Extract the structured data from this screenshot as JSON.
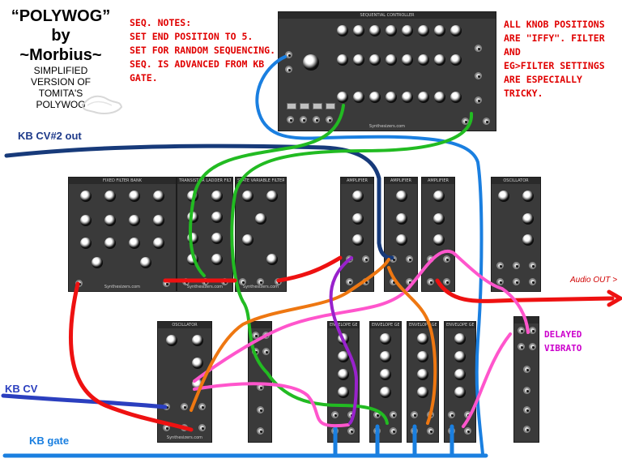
{
  "title": {
    "line1": "“POLYWOG”",
    "line2": "by",
    "line3": "~Morbius~",
    "sub1": "SIMPLIFIED",
    "sub2": "VERSION OF",
    "sub3": "TOMITA'S",
    "sub4": "POLYWOG"
  },
  "seq_notes": {
    "heading": "SEQ. NOTES:",
    "line1": "SET END POSITION TO 5.",
    "line2": "SET FOR RANDOM SEQUENCING.",
    "line3": "SEQ. IS ADVANCED FROM KB",
    "line4": "GATE."
  },
  "knob_notes": {
    "line1": "ALL KNOB POSITIONS",
    "line2": "ARE \"IFFY\". FILTER AND",
    "line3": "EG>FILTER SETTINGS",
    "line4": "ARE ESPECIALLY TRICKY."
  },
  "labels": {
    "kb_cv2_out": "KB CV#2 out",
    "kb_cv": "KB CV",
    "kb_gate": "KB gate",
    "audio_out": "Audio OUT >",
    "delayed": "DELAYED",
    "vibrato": "VIBRATO"
  },
  "modules": {
    "sequencer": "SEQUENTIAL CONTROLLER",
    "fixed_filter": "FIXED FILTER BANK",
    "ladder_filter": "TRANSISTOR LADDER FILTER",
    "state_variable": "STATE VARIABLE FILTER",
    "amplifier": "AMPLIFIER",
    "oscillator": "OSCILLATOR",
    "envelope": "ENVELOPE GENERATOR",
    "brand": "Synthesizers.com"
  },
  "colors": {
    "background": "#ffffff",
    "panel": "#3a3a3a",
    "note_red": "#e00000",
    "label_blue": "#1e3a8a",
    "vibrato_purple": "#cc00cc",
    "cable_green": "#22bb22",
    "cable_blue": "#1a7fe0",
    "cable_red": "#ee1111",
    "cable_pink": "#ff55cc",
    "cable_orange": "#ee7711",
    "cable_purple": "#9922cc",
    "cable_navy": "#173a7a"
  }
}
